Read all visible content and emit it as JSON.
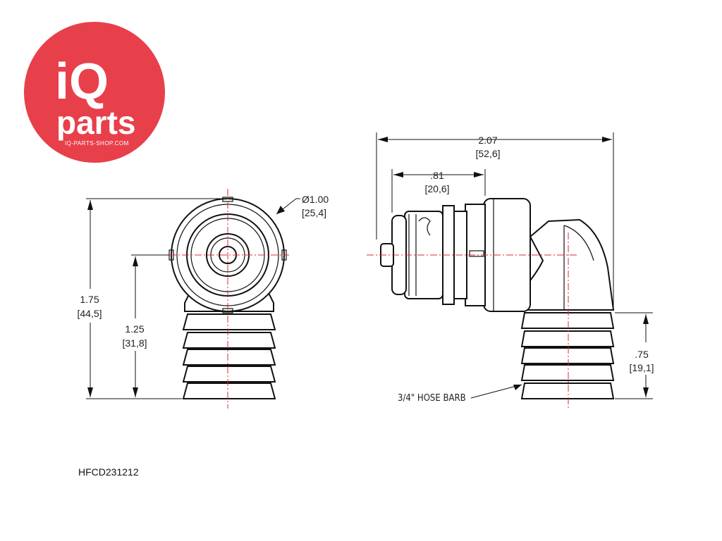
{
  "logo": {
    "line1": "iQ",
    "line2": "parts",
    "url": "IQ-PARTS-SHOP.COM",
    "color": "#e8404b"
  },
  "part_number": "HFCD231212",
  "front_view": {
    "diameter": {
      "imperial": "Ø1.00",
      "metric": "[25,4]"
    },
    "height_total": {
      "imperial": "1.75",
      "metric": "[44,5]"
    },
    "height_center": {
      "imperial": "1.25",
      "metric": "[31,8]"
    }
  },
  "side_view": {
    "length_total": {
      "imperial": "2.07",
      "metric": "[52,6]"
    },
    "length_coupling": {
      "imperial": ".81",
      "metric": "[20,6]"
    },
    "barb_height": {
      "imperial": ".75",
      "metric": "[19,1]"
    },
    "barb_label": "3/4\" HOSE BARB"
  },
  "colors": {
    "centerline": "#e0243a",
    "outline": "#111111"
  }
}
